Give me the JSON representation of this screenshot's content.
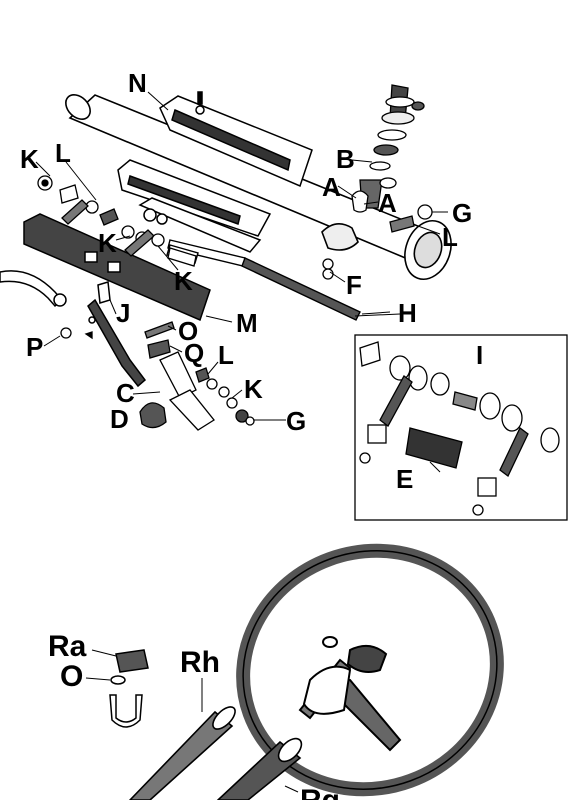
{
  "labels": {
    "N": "N",
    "B": "B",
    "A1": "A",
    "A2": "A",
    "G1": "G",
    "L1": "L",
    "L2": "L",
    "L3": "L",
    "K1": "K",
    "K2": "K",
    "K3": "K",
    "K4": "K",
    "F": "F",
    "H": "H",
    "M": "M",
    "J": "J",
    "P": "P",
    "O1": "O",
    "Q": "Q",
    "C": "C",
    "D": "D",
    "G2": "G",
    "I": "I",
    "E": "E",
    "Ra": "Ra",
    "O2": "O",
    "Rh": "Rh",
    "Rg": "Rg"
  },
  "colors": {
    "ink": "#000000",
    "paper": "#ffffff",
    "shade": "#5a5a5a"
  }
}
